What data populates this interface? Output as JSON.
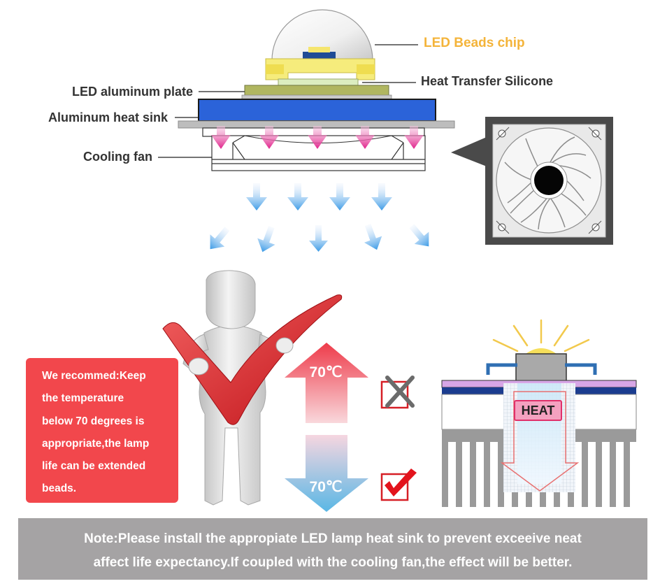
{
  "labels": {
    "led_chip": "LED Beads chip",
    "heat_transfer": "Heat Transfer Silicone",
    "aluminum_plate": "LED aluminum plate",
    "heat_sink": "Aluminum heat sink",
    "cooling_fan": "Cooling fan"
  },
  "recommendation": {
    "lines": [
      "We recommed:Keep",
      "the temperature",
      "below 70 degrees is",
      "appropriate,the lamp",
      "life can be extended",
      "beads."
    ]
  },
  "temperature": {
    "hot": "70℃",
    "cool": "70℃"
  },
  "heat_diagram": {
    "label": "HEAT"
  },
  "note": {
    "lines": [
      "Note:Please install the appropiate LED lamp heat sink to prevent exceeive neat",
      "affect life expectancy.If coupled with the cooling fan,the effect will be better."
    ]
  },
  "colors": {
    "accent_red": "#f2474c",
    "chip_label": "#f4b43a",
    "arrow_blue": "#3a9ae6",
    "arrow_magenta": "#e0208a",
    "note_bg": "#a5a3a4"
  },
  "icons": {
    "cross_mark": "x-mark-icon",
    "check_mark": "check-mark-icon",
    "fan": "fan-icon"
  }
}
